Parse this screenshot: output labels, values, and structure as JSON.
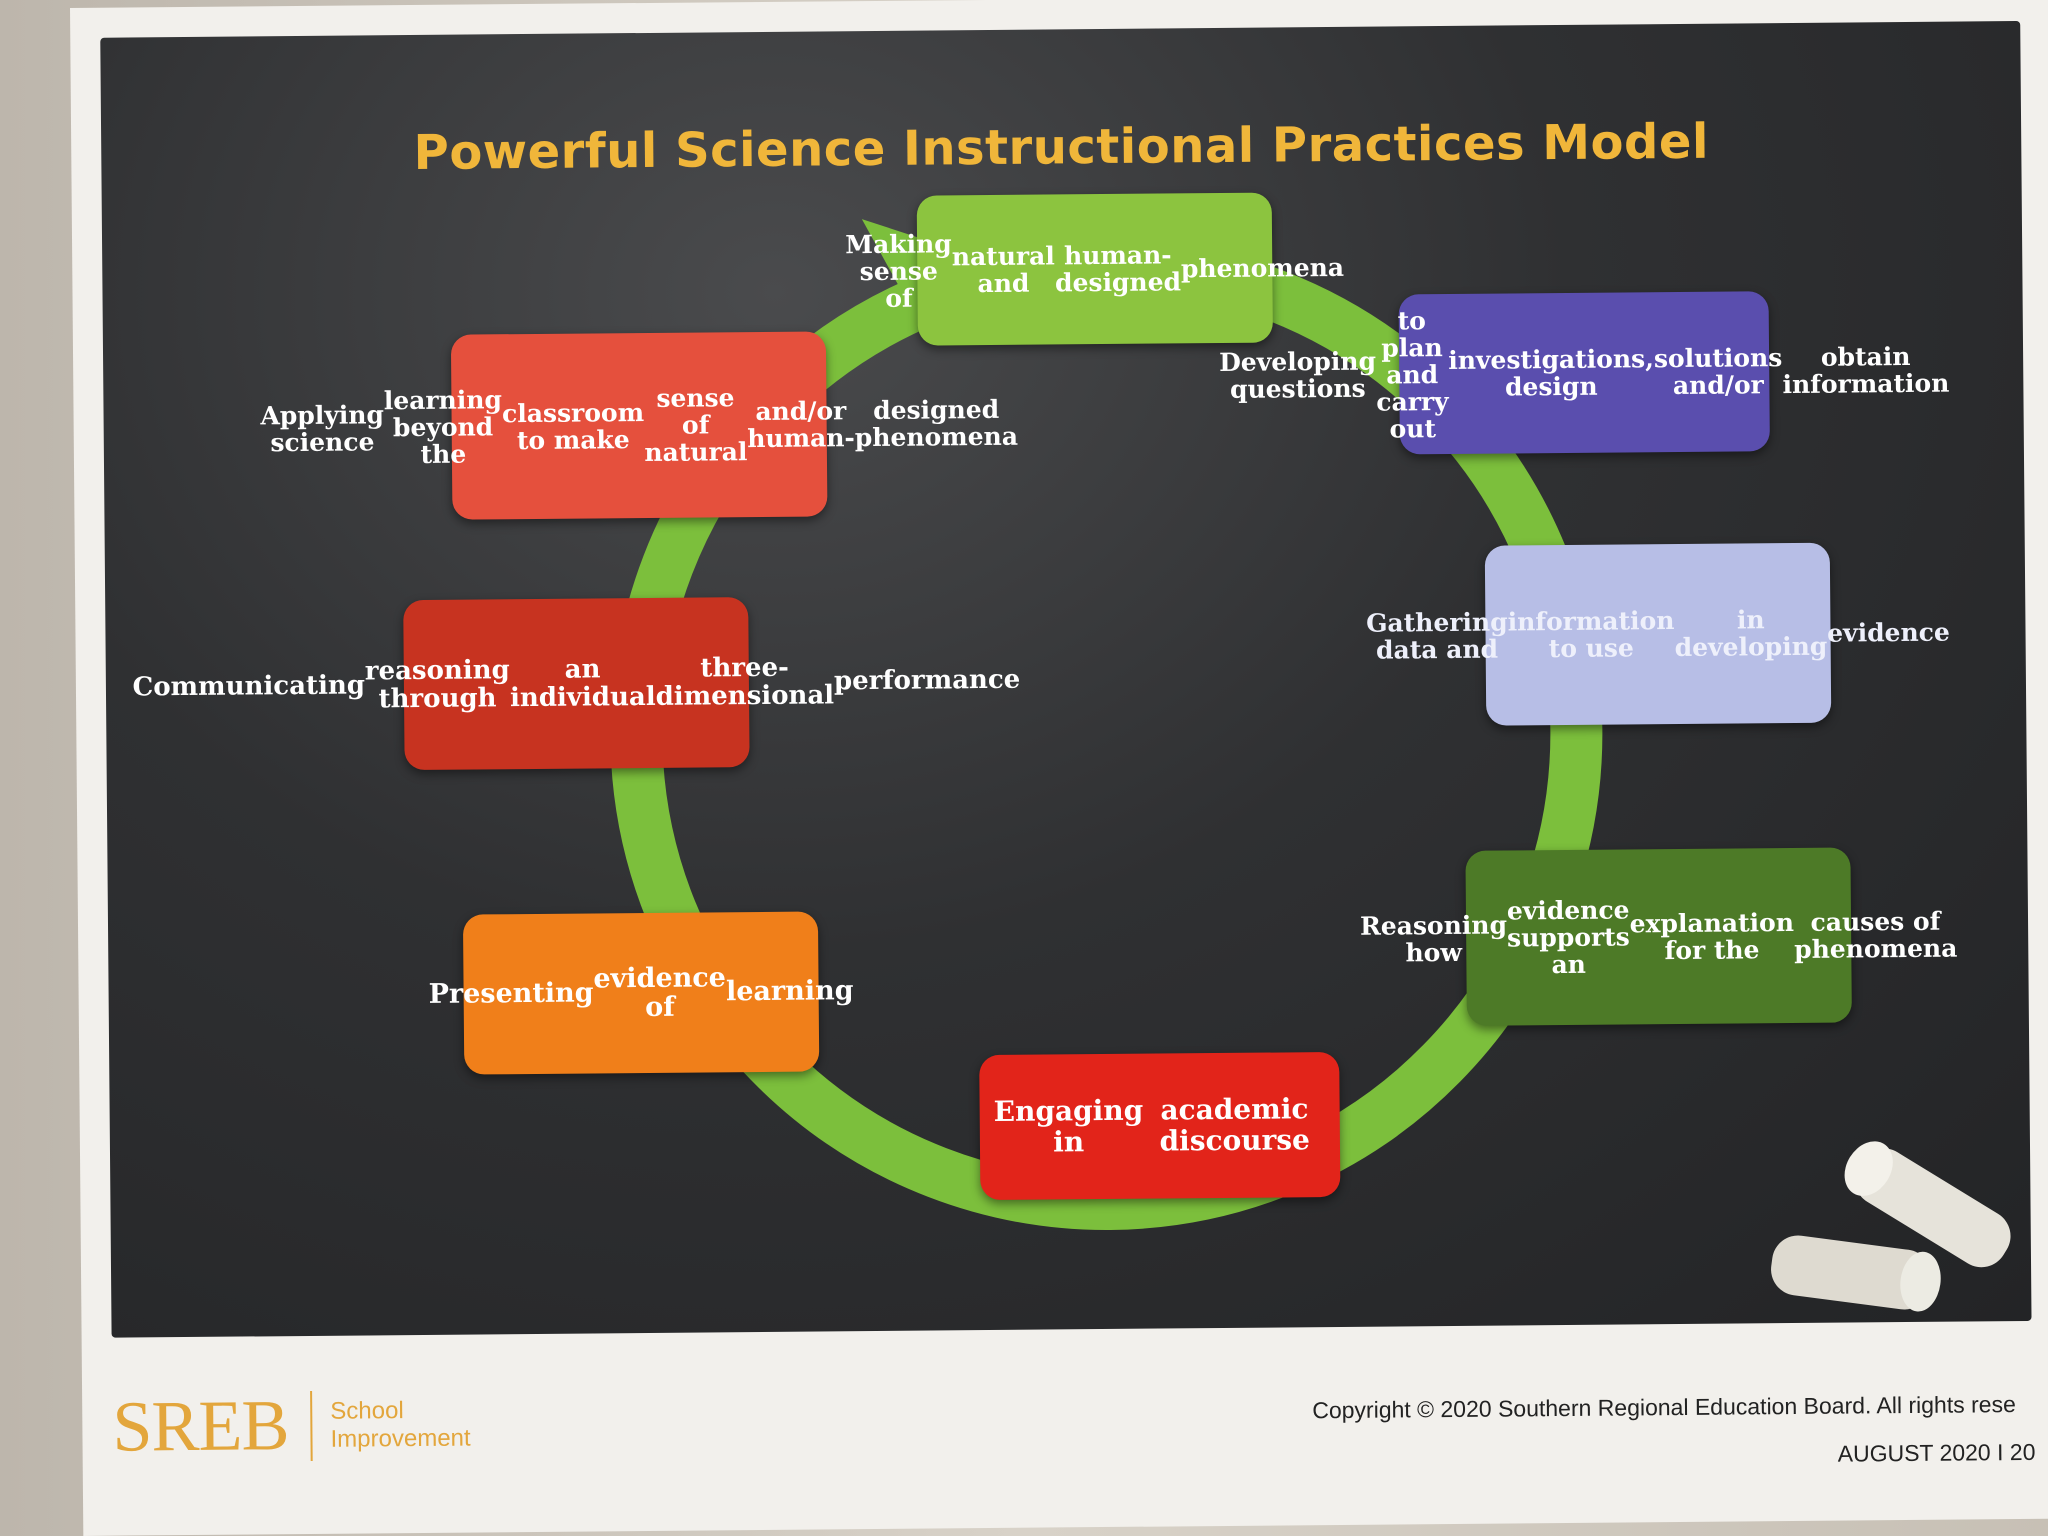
{
  "title": "Powerful Science Instructional Practices Model",
  "nodes": [
    {
      "lines": [
        "Making sense of",
        "natural and",
        "human-designed",
        "phenomena"
      ],
      "color": "#8cc43f"
    },
    {
      "lines": [
        "Developing questions",
        "to plan and carry out",
        "investigations, design",
        "solutions and/or",
        "obtain information"
      ],
      "color": "#5a4eae"
    },
    {
      "lines": [
        "Gathering data and",
        "information to use",
        "in developing",
        "evidence"
      ],
      "color": "#b7bee6"
    },
    {
      "lines": [
        "Reasoning how",
        "evidence supports an",
        "explanation for the",
        "causes of phenomena"
      ],
      "color": "#4d7a27"
    },
    {
      "lines": [
        "Engaging in",
        "academic discourse"
      ],
      "color": "#e2241a"
    },
    {
      "lines": [
        "Presenting",
        "evidence of",
        "learning"
      ],
      "color": "#f07f1a"
    },
    {
      "lines": [
        "Communicating",
        "reasoning through",
        "an individual",
        "three-dimensional",
        "performance"
      ],
      "color": "#c73320"
    },
    {
      "lines": [
        "Applying science",
        "learning beyond the",
        "classroom to make",
        "sense of natural",
        "and/or human-",
        "designed phenomena"
      ],
      "color": "#e5503d"
    }
  ],
  "arrow_color": "#7cbf3c",
  "footer": {
    "logo": "SREB",
    "logo_sub_1": "School",
    "logo_sub_2": "Improvement",
    "copyright": "Copyright © 2020 Southern Regional Education Board. All rights rese",
    "date": "AUGUST 2020  I  20"
  }
}
